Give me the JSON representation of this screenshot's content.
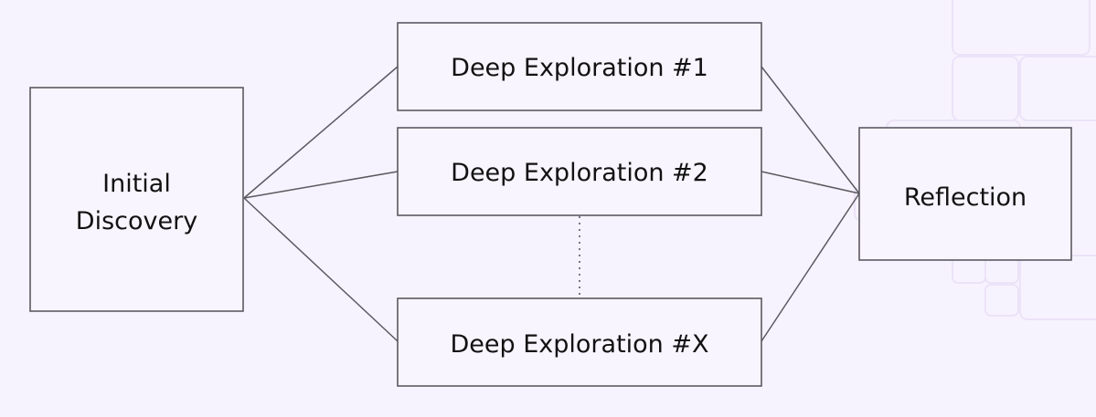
{
  "nodes": {
    "initial": {
      "line1": "Initial",
      "line2": "Discovery"
    },
    "deep1": {
      "label": "Deep Exploration #1"
    },
    "deep2": {
      "label": "Deep Exploration #2"
    },
    "deepx": {
      "label": "Deep Exploration #X"
    },
    "reflection": {
      "label": "Reflection"
    }
  },
  "colors": {
    "background": "#f7f3fe",
    "box_fill": "#f8f5fe",
    "stroke": "#5b5960",
    "text": "#121212",
    "decor": "#ebe3f8"
  }
}
